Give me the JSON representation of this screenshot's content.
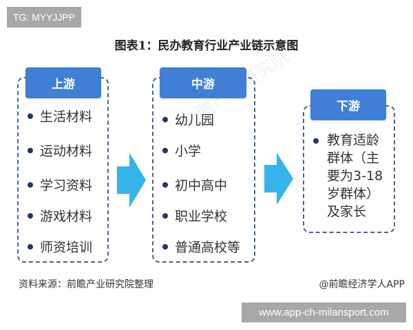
{
  "overlay": {
    "tg_label": "TG: MYYJJPP",
    "url_label": "www.app-ch-milansport.com"
  },
  "diagram": {
    "title": "图表1：民办教育行业产业链示意图",
    "watermark": "前瞻产业研究院",
    "colors": {
      "header_bg": "#3f7fd6",
      "dashed_border": "#4a6588",
      "arrow": "#35b4eb",
      "bullet": "#27375a"
    },
    "stages": [
      {
        "header": "上游",
        "items": [
          "生活材料",
          "运动材料",
          "学习资料",
          "游戏材料",
          "师资培训"
        ]
      },
      {
        "header": "中游",
        "items": [
          "幼儿园",
          "小学",
          "初中高中",
          "职业学校",
          "普通高校等"
        ]
      },
      {
        "header": "下游",
        "items": [
          "教育适龄群体（主要为3-18岁群体）及家长"
        ]
      }
    ],
    "arrows": [
      "arrow-right-icon",
      "arrow-right-icon"
    ]
  },
  "footer": {
    "source": "资料来源：前瞻产业研究院整理",
    "credit": "@前瞻经济学人APP"
  }
}
